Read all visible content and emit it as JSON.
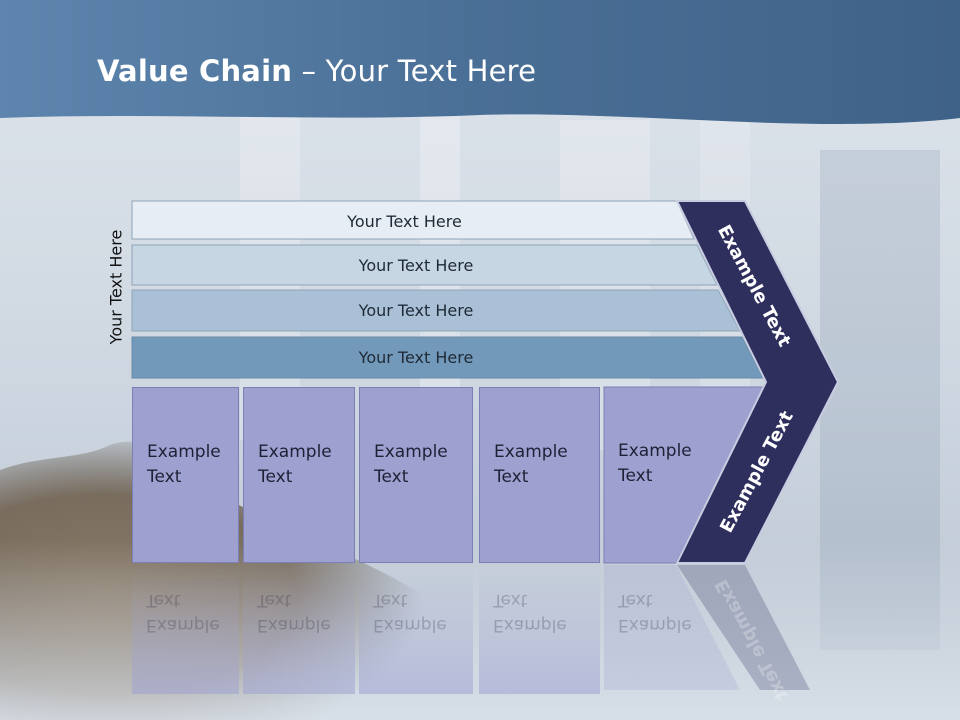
{
  "slide": {
    "title_bold": "Value Chain",
    "title_rest": " – Your Text Here",
    "side_label": "Your Text Here"
  },
  "bands": [
    {
      "label": "Your Text Here",
      "color": "#e6edf4"
    },
    {
      "label": "Your Text Here",
      "color": "#c7d6e3"
    },
    {
      "label": "Your Text Here",
      "color": "#a9c0d6"
    },
    {
      "label": "Your Text Here",
      "color": "#7399ba"
    }
  ],
  "boxes": [
    {
      "line1": "Example",
      "line2": "Text"
    },
    {
      "line1": "Example",
      "line2": "Text"
    },
    {
      "line1": "Example",
      "line2": "Text"
    },
    {
      "line1": "Example",
      "line2": "Text"
    },
    {
      "line1": "Example",
      "line2": "Text"
    }
  ],
  "chevron": {
    "upper_label": "Example Text",
    "lower_label": "Example Text",
    "color": "#2f2f5e"
  },
  "colors": {
    "header": "#4f7399",
    "box_fill": "#9ea1d0"
  }
}
